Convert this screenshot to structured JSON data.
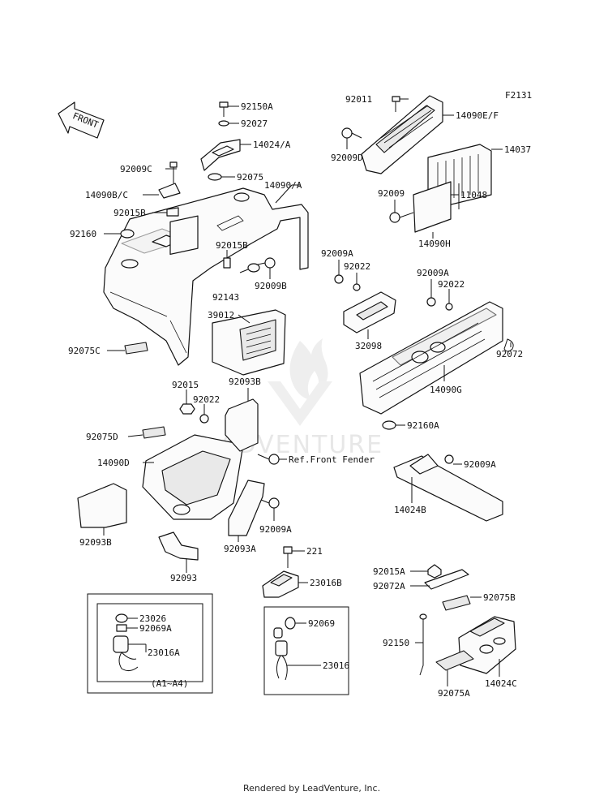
{
  "figure_code": "F2131",
  "front_label": "FRONT",
  "watermark": "ADVENTURE",
  "footer": "Rendered by LeadVenture, Inc.",
  "labels": {
    "p92150A_top": "92150A",
    "p92027": "92027",
    "p14024A": "14024/A",
    "p92009C": "92009C",
    "p92075_top": "92075",
    "p14090BC": "14090B/C",
    "p92015B_left": "92015B",
    "p14090A": "14090/A",
    "p92160": "92160",
    "p92015B_mid": "92015B",
    "p92143": "92143",
    "p92009B": "92009B",
    "p39012": "39012",
    "p92075C": "92075C",
    "p92011": "92011",
    "p14090EF": "14090E/F",
    "p92009D": "92009D",
    "p14037": "14037",
    "p92009": "92009",
    "p11048": "11048",
    "p14090H": "14090H",
    "p92009A_a": "92009A",
    "p92022_a": "92022",
    "p32098": "32098",
    "p92009A_b": "92009A",
    "p92022_b": "92022",
    "p92072": "92072",
    "p14090G": "14090G",
    "p92160A": "92160A",
    "p92015": "92015",
    "p92022_c": "92022",
    "p92093B_top": "92093B",
    "p92075D": "92075D",
    "p14090D": "14090D",
    "ref_front_fender": "Ref.Front Fender",
    "p92093B_bottom": "92093B",
    "p92093A": "92093A",
    "p92009A_c": "92009A",
    "p92093": "92093",
    "p92009A_d": "92009A",
    "p14024B": "14024B",
    "p221": "221",
    "p23016B": "23016B",
    "p92015A": "92015A",
    "p92072A": "92072A",
    "p92075B": "92075B",
    "p23026": "23026",
    "p92069A": "92069A",
    "p23016A": "23016A",
    "p_a1a4": "(A1~A4)",
    "p92069": "92069",
    "p23016": "23016",
    "p92150_bottom": "92150",
    "p14024C": "14024C",
    "p92075A": "92075A"
  }
}
